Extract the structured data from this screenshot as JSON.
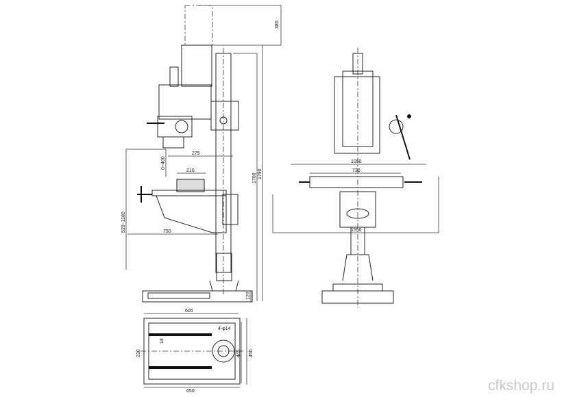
{
  "drawing": {
    "side_view_dimensions": {
      "top_height": "380",
      "spindle_reach": "275",
      "table_width": "210",
      "spindle_travel": "0~400",
      "table_height_range": "520~1180",
      "table_length": "750",
      "overall_height": "1700",
      "max_height": "1790",
      "base_height": "120"
    },
    "front_view_dimensions": {
      "table_travel": "1050",
      "table_length": "730",
      "overall_width": "1550"
    },
    "base_plan_dimensions": {
      "slot_span": "605",
      "slot_width": "230",
      "slot_size": "14",
      "bolt_holes": "4-φ14",
      "inner_depth": "405",
      "outer_depth": "450",
      "base_length": "650"
    }
  },
  "watermark": "cfkshop.ru"
}
